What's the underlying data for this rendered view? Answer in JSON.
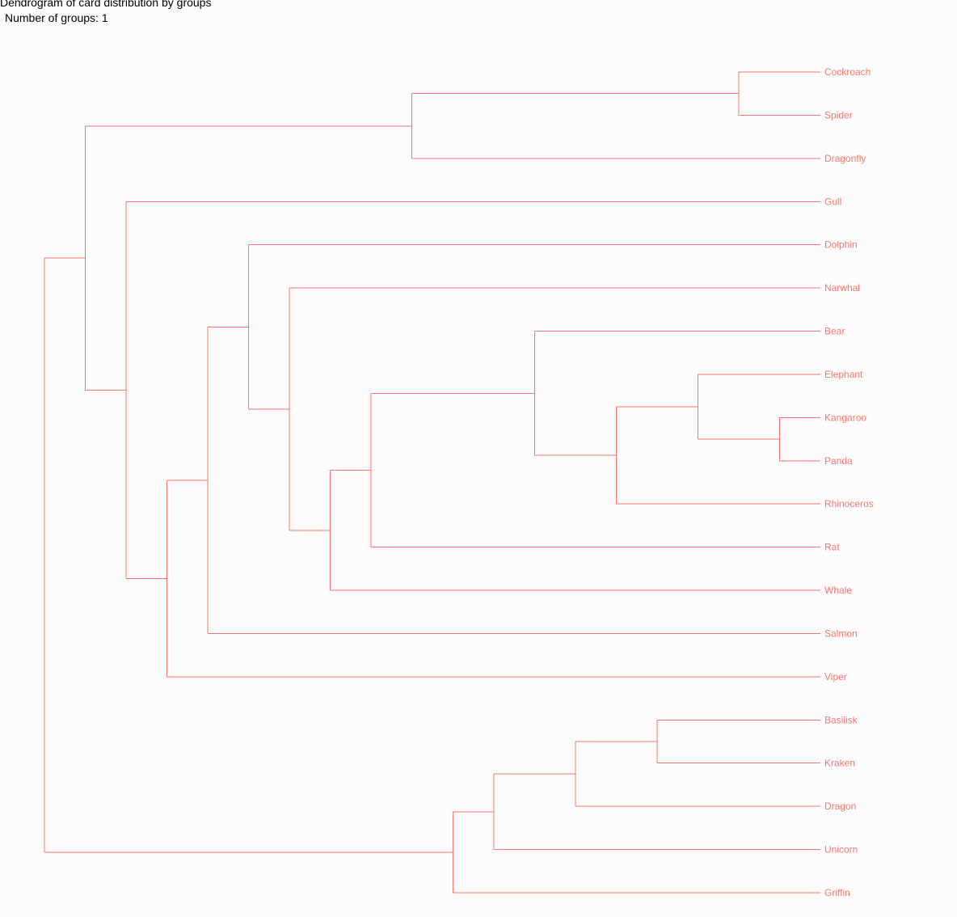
{
  "header": {
    "title": "Dendrogram of card distribution by groups",
    "subtitle": "Number of groups: 1"
  },
  "colors": {
    "branch": "#f8766d",
    "background": "#fdfcfc",
    "text": "#000000"
  },
  "leaves": [
    "Cockroach",
    "Spider",
    "Dragonfly",
    "Gull",
    "Dolphin",
    "Narwhal",
    "Bear",
    "Elephant",
    "Kangaroo",
    "Panda",
    "Rhinoceros",
    "Rat",
    "Whale",
    "Salmon",
    "Viper",
    "Basilisk",
    "Kraken",
    "Dragon",
    "Unicorn",
    "Griffin"
  ],
  "tree": {
    "h": 19,
    "c": [
      {
        "h": 18,
        "c": [
          {
            "h": 10,
            "c": [
              {
                "h": 2,
                "c": [
                  {
                    "l": 0
                  },
                  {
                    "l": 1
                  }
                ]
              },
              {
                "l": 2
              }
            ]
          },
          {
            "h": 17,
            "c": [
              {
                "l": 3
              },
              {
                "h": 16,
                "c": [
                  {
                    "h": 15,
                    "c": [
                      {
                        "h": 14,
                        "c": [
                          {
                            "l": 4
                          },
                          {
                            "h": 13,
                            "c": [
                              {
                                "l": 5
                              },
                              {
                                "h": 12,
                                "c": [
                                  {
                                    "h": 11,
                                    "c": [
                                      {
                                        "h": 7,
                                        "c": [
                                          {
                                            "l": 6
                                          },
                                          {
                                            "h": 5,
                                            "c": [
                                              {
                                                "h": 3,
                                                "c": [
                                                  {
                                                    "l": 7
                                                  },
                                                  {
                                                    "h": 1,
                                                    "c": [
                                                      {
                                                        "l": 8
                                                      },
                                                      {
                                                        "l": 9
                                                      }
                                                    ]
                                                  }
                                                ]
                                              },
                                              {
                                                "l": 10
                                              }
                                            ]
                                          }
                                        ]
                                      },
                                      {
                                        "l": 11
                                      }
                                    ]
                                  },
                                  {
                                    "l": 12
                                  }
                                ]
                              }
                            ]
                          }
                        ]
                      },
                      {
                        "l": 13
                      }
                    ]
                  },
                  {
                    "l": 14
                  }
                ]
              }
            ]
          }
        ]
      },
      {
        "h": 9,
        "c": [
          {
            "h": 8,
            "c": [
              {
                "h": 6,
                "c": [
                  {
                    "h": 4,
                    "c": [
                      {
                        "l": 15
                      },
                      {
                        "l": 16
                      }
                    ]
                  },
                  {
                    "l": 17
                  }
                ]
              },
              {
                "l": 18
              }
            ]
          },
          {
            "l": 19
          }
        ]
      }
    ]
  }
}
